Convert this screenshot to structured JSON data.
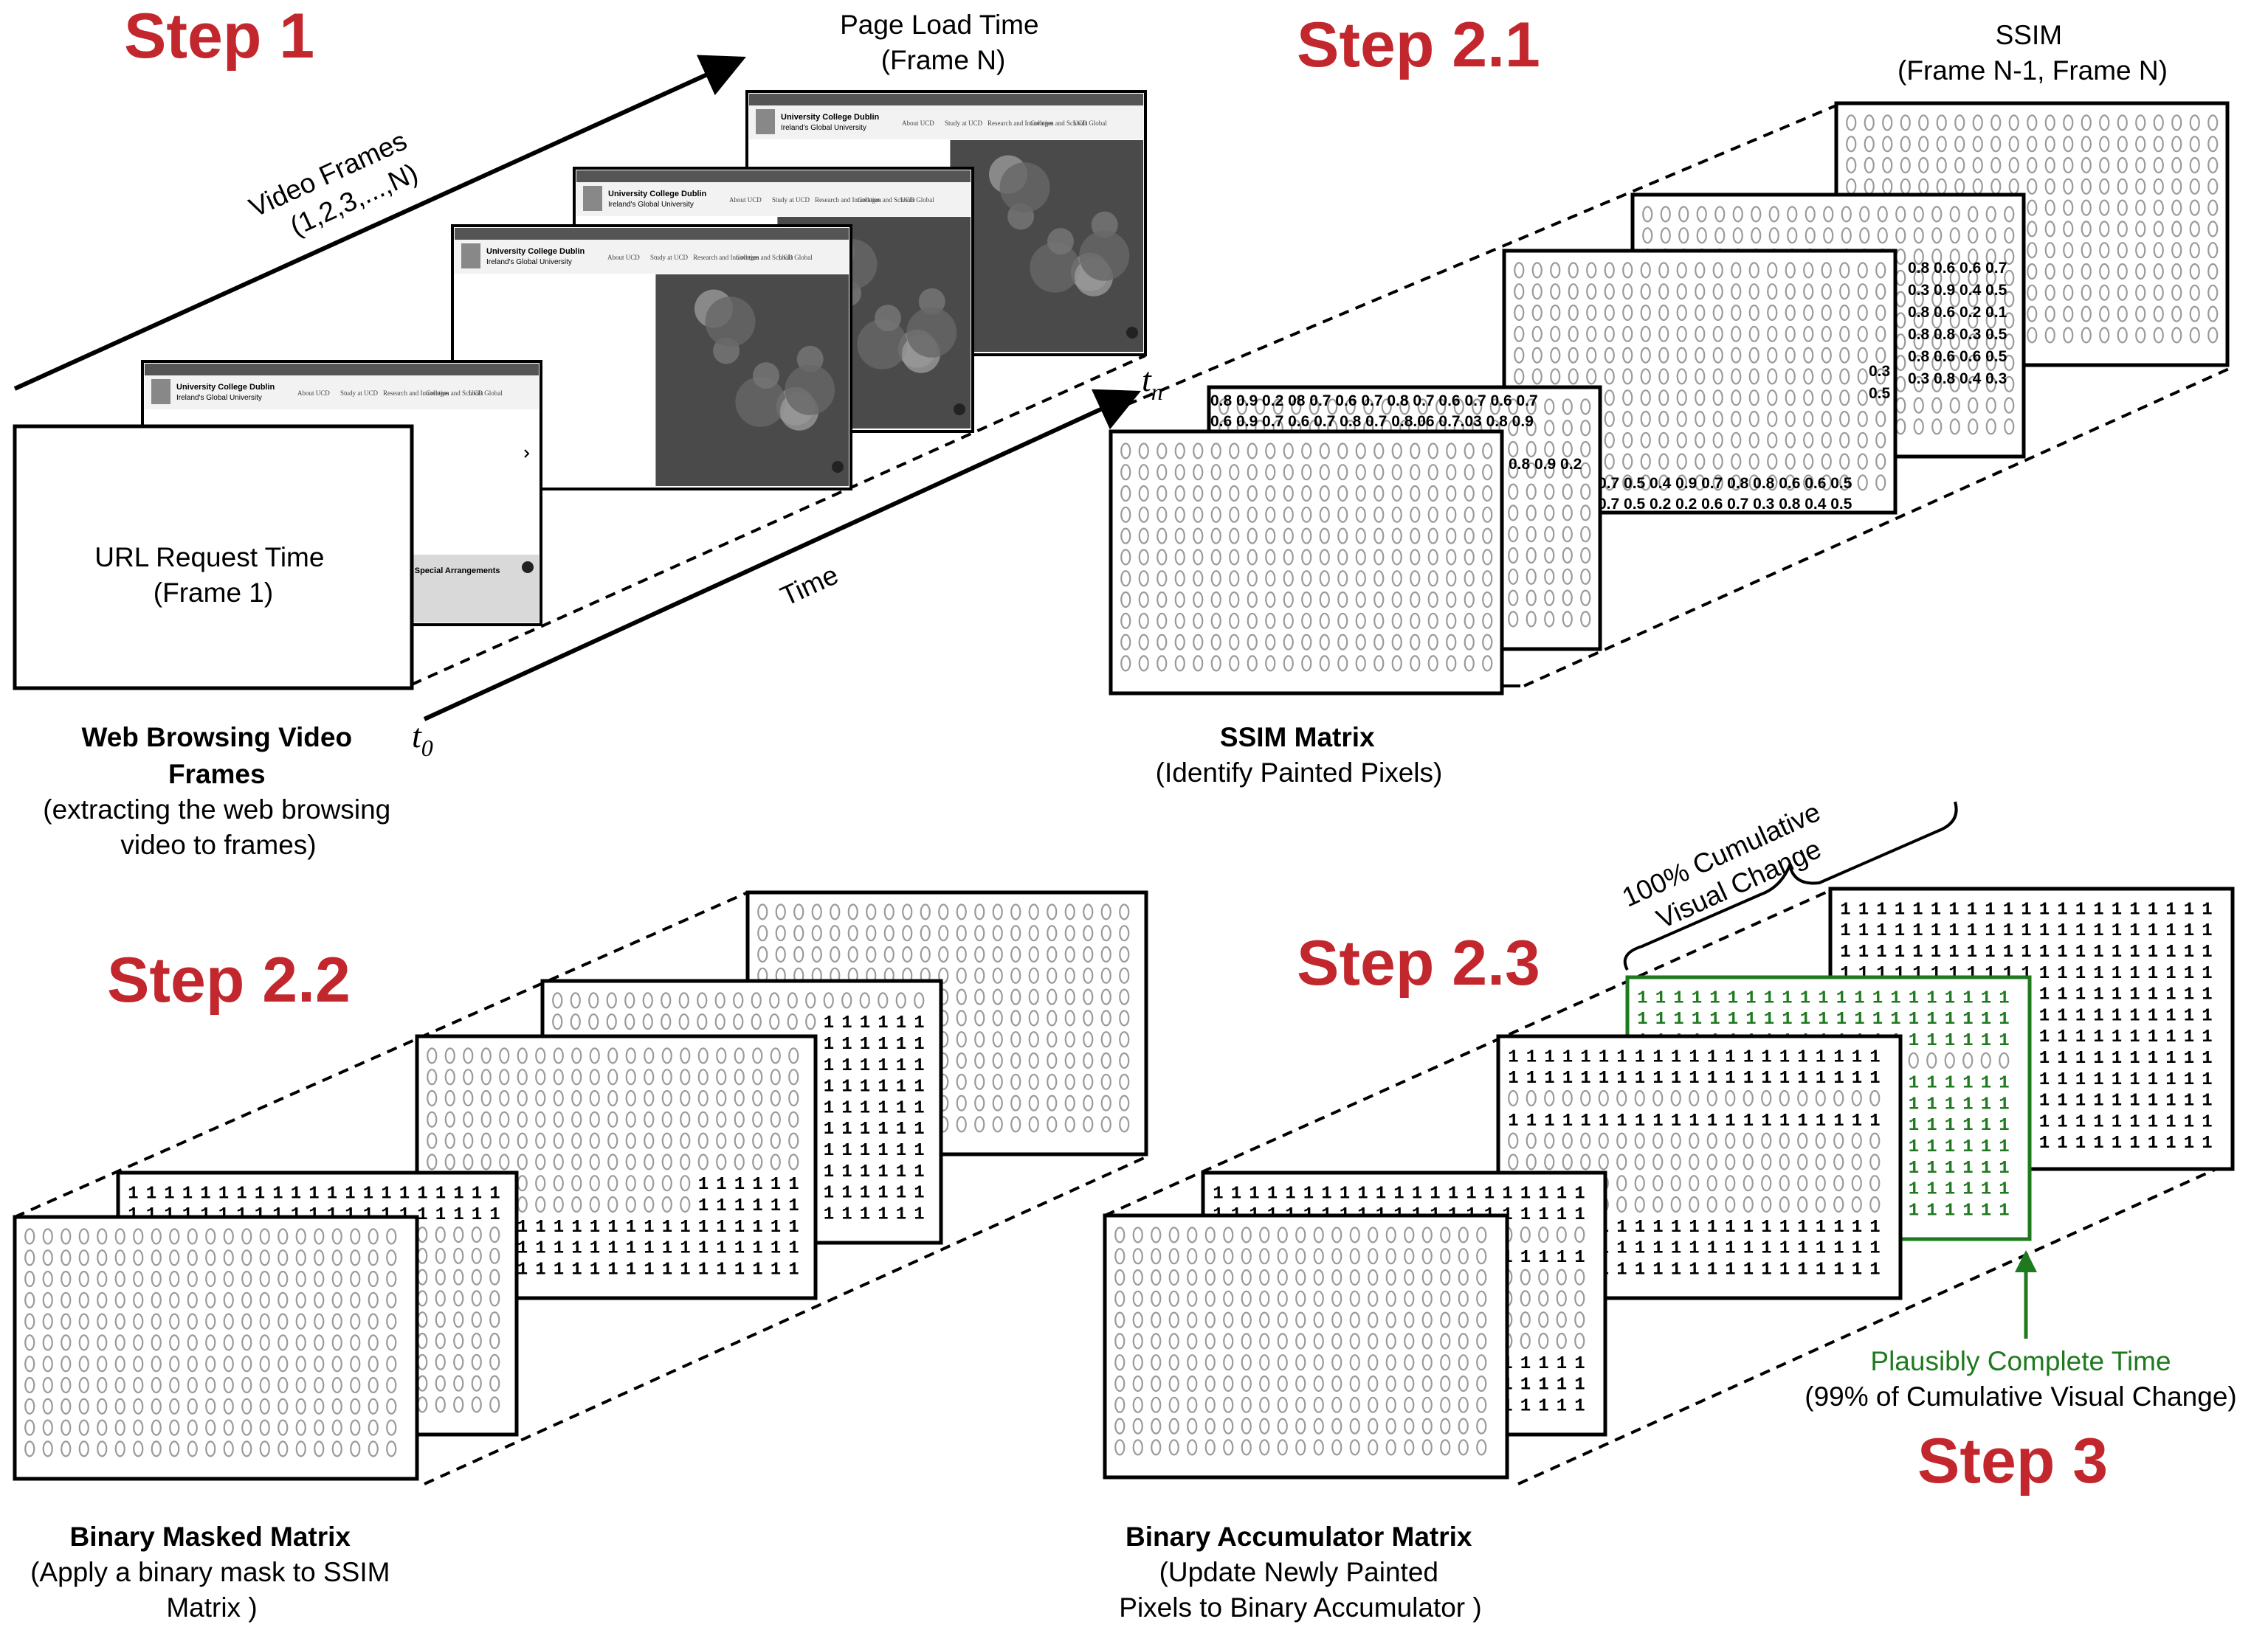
{
  "step1": {
    "title": "Step 1",
    "page_load_time": [
      "Page Load Time",
      "(Frame N)"
    ],
    "video_frames": [
      "Video Frames",
      "(1,2,3,...,N)"
    ],
    "url_request": [
      "URL Request Time",
      "(Frame 1)"
    ],
    "time_label": "Time",
    "t0": "t",
    "t0_sub": "0",
    "tn": "t",
    "tn_sub": "n",
    "caption_bold": [
      "Web Browsing  Video",
      "Frames"
    ],
    "caption": [
      "(extracting the web browsing",
      "video to frames)"
    ],
    "screenshot": {
      "site_name": "University College Dublin",
      "site_tagline": "Ireland's Global University",
      "nav_items": [
        "About UCD",
        "Study at UCD",
        "Research and Innovation",
        "Colleges and Schools",
        "UCD Global"
      ],
      "notice": "us (COVID-19) - Special Arrangements"
    }
  },
  "step21": {
    "title": "Step 2.1",
    "ssim_label": [
      "SSIM",
      "(Frame N-1, Frame N)"
    ],
    "caption_bold": "SSIM Matrix",
    "caption": "(Identify Painted Pixels)",
    "value_rows": [
      "0.8 0.9 0.2 08 0.7 0.6 0.7 0.8 0.7 0.6 0.7 0.6 0.7",
      "0.6 0.9 0.7 0.6 0.7 0.8 0.7 0.8.06 0.7.03 0.8 0.9",
      "0.8 0.9 0.2",
      "0.7 0.5 0.4 0.9 0.7 0.8 0.8 0.6 0.6 0.5",
      "0.7 0.5 0.2 0.2 0.6 0.7 0.3 0.8 0.4 0.5",
      "0.3",
      "0.5",
      "0.8 0.6 0.6 0.7",
      "0.3 0.9 0.4 0.5",
      "0.8 0.6 0.2 0.1",
      "0.8 0.8 0.3 0.5",
      "0.8 0.6 0.6 0.5",
      "0.3 0.8 0.4 0.3"
    ]
  },
  "step22": {
    "title": "Step 2.2",
    "caption_bold": "Binary Masked Matrix",
    "caption": [
      "(Apply a binary mask to SSIM",
      "Matrix )"
    ]
  },
  "step23": {
    "title": "Step 2.3",
    "brace_label": [
      "100% Cumulative",
      "Visual Change"
    ],
    "caption_bold": "Binary Accumulator Matrix",
    "caption": [
      "(Update  Newly Painted",
      "Pixels to Binary Accumulator )"
    ]
  },
  "step3": {
    "title": "Step 3",
    "plausibly_complete": "Plausibly Complete Time",
    "cumulative_99": "(99% of Cumulative Visual Change)"
  },
  "colors": {
    "step_red": "#c1272d",
    "highlight_green": "#1f7a1f",
    "zero_gray": "#9a9a9a"
  }
}
